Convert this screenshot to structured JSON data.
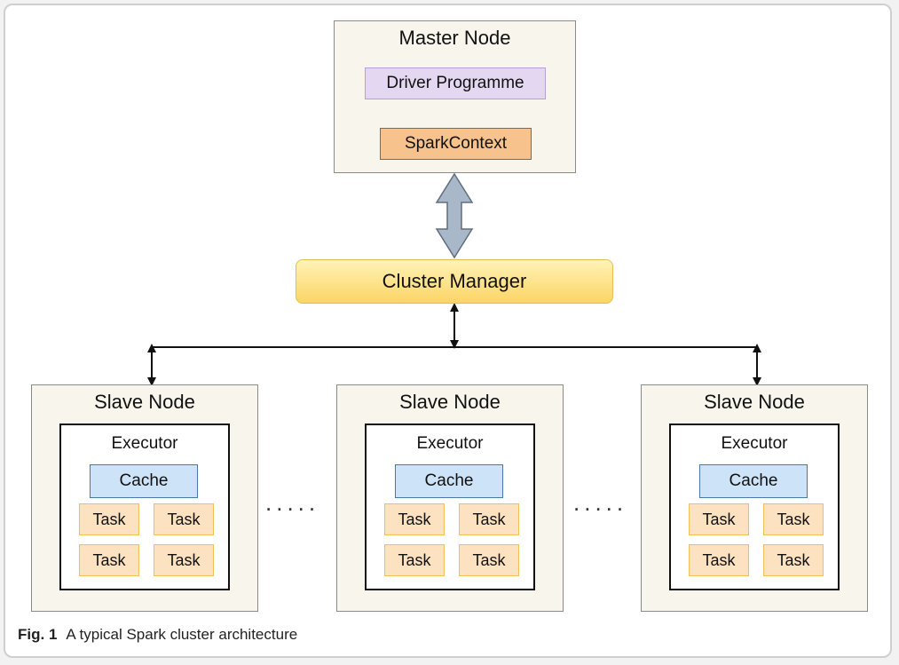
{
  "master": {
    "title": "Master Node",
    "driver": "Driver Programme",
    "context": "SparkContext"
  },
  "cluster_manager": "Cluster Manager",
  "slaves": [
    {
      "title": "Slave Node",
      "executor": "Executor",
      "cache": "Cache",
      "tasks": [
        "Task",
        "Task",
        "Task",
        "Task"
      ]
    },
    {
      "title": "Slave Node",
      "executor": "Executor",
      "cache": "Cache",
      "tasks": [
        "Task",
        "Task",
        "Task",
        "Task"
      ]
    },
    {
      "title": "Slave Node",
      "executor": "Executor",
      "cache": "Cache",
      "tasks": [
        "Task",
        "Task",
        "Task",
        "Task"
      ]
    }
  ],
  "ellipsis": ".....",
  "caption": {
    "label": "Fig. 1",
    "text": "A typical Spark cluster architecture"
  },
  "colors": {
    "node_bg": "#f8f5ec",
    "driver": "#e3d7f1",
    "context": "#f7c28c",
    "cluster": "#fbd567",
    "cache": "#cde4f8",
    "task": "#fde2c2",
    "big_arrow": "#a9b8c8"
  }
}
